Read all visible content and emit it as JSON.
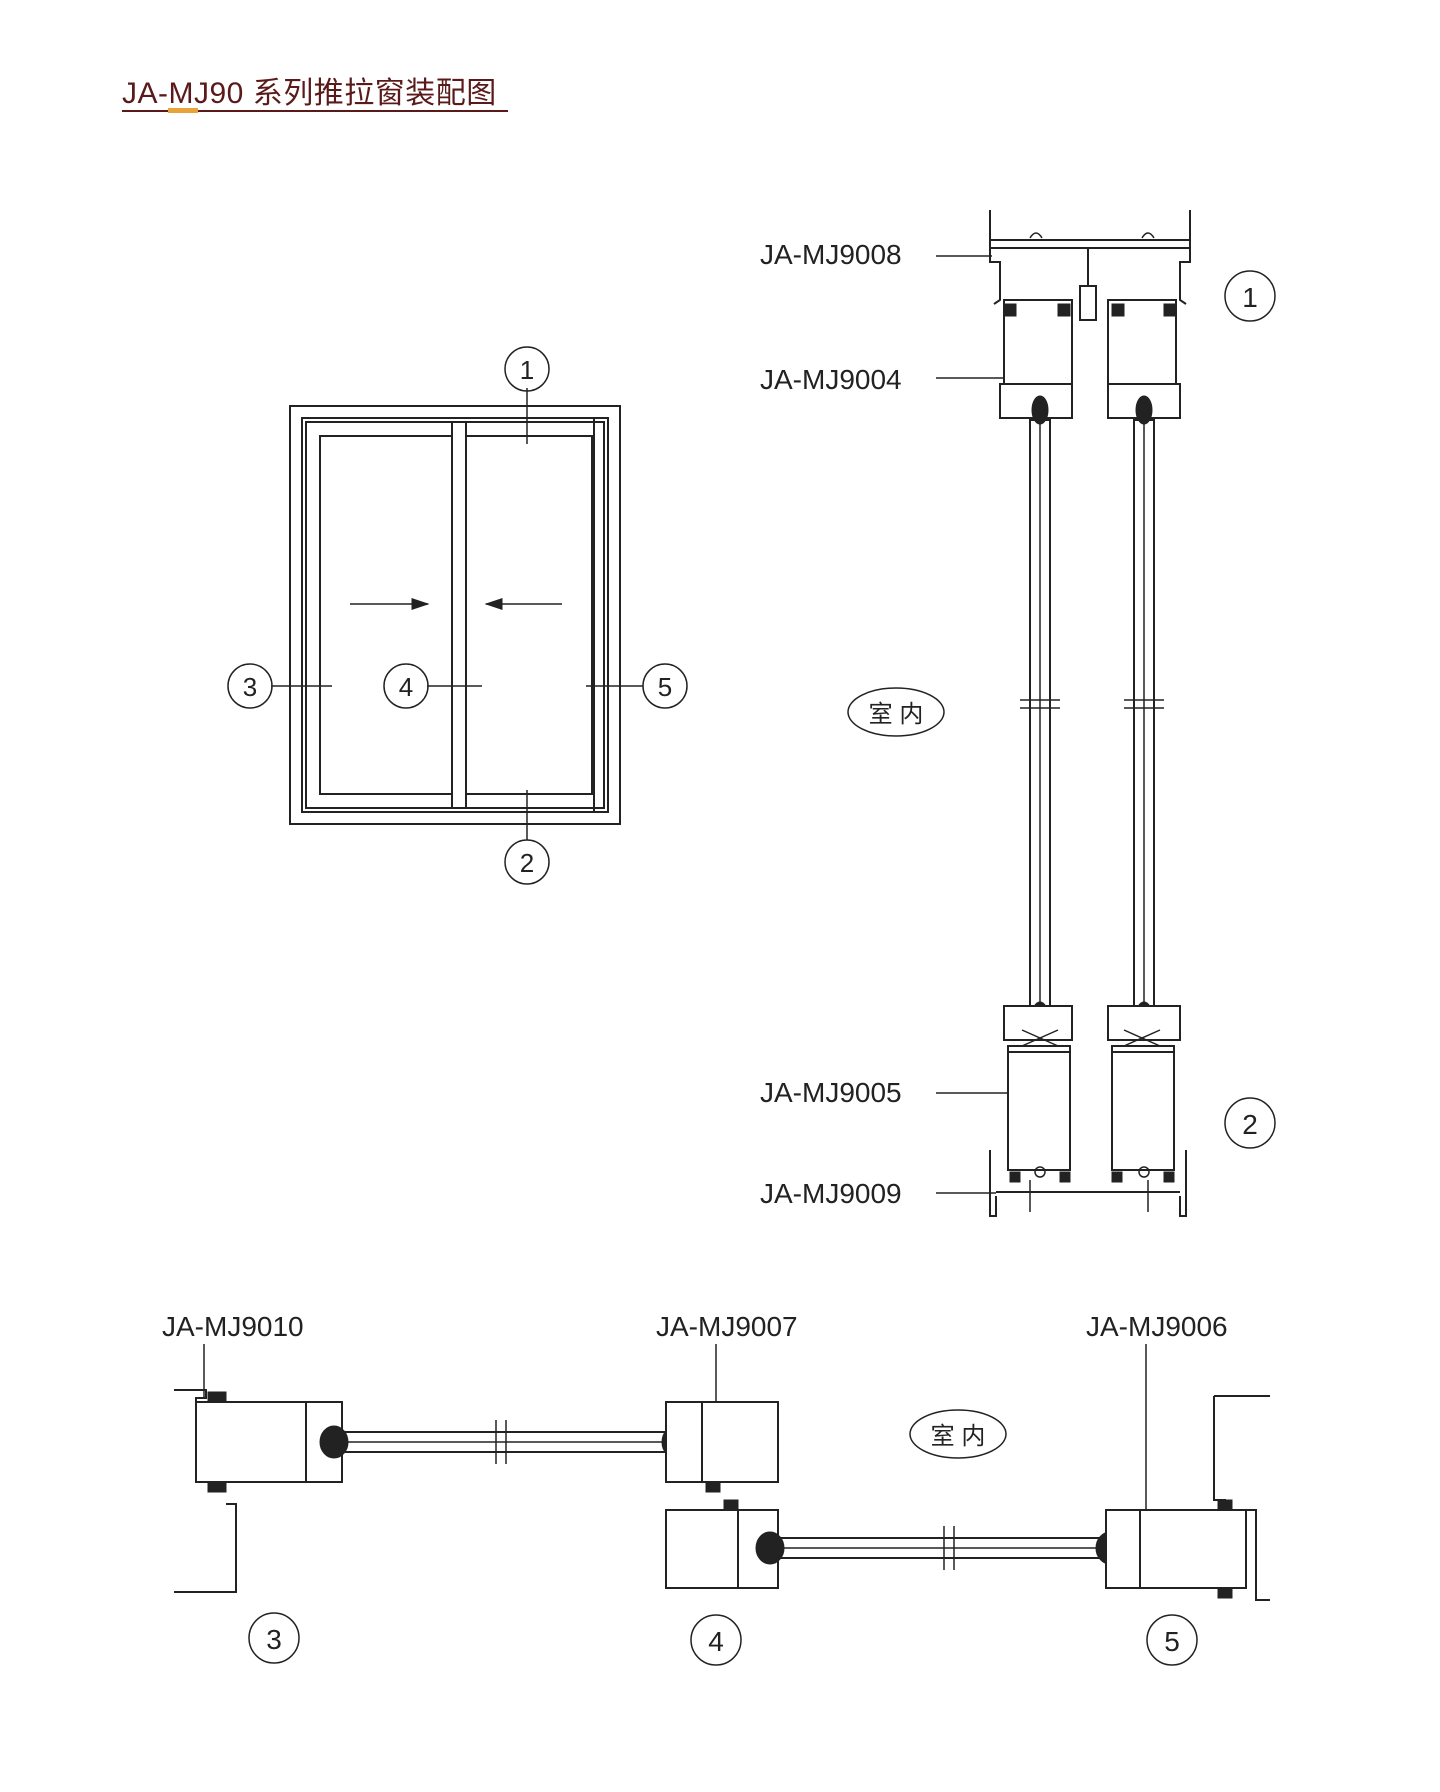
{
  "title": "JA-MJ90 系列推拉窗装配图",
  "markers": [
    "1",
    "2",
    "3",
    "4",
    "5"
  ],
  "labels": {
    "top_frame": "JA-MJ9008",
    "top_sash": "JA-MJ9004",
    "bottom_sash": "JA-MJ9005",
    "bottom_frame": "JA-MJ9009",
    "left_frame": "JA-MJ9010",
    "interlock": "JA-MJ9007",
    "right_sash": "JA-MJ9006"
  },
  "indoor_label": "室 内",
  "colors": {
    "title": "#5a1a1a",
    "accent": "#e8a33a",
    "line": "#222222"
  }
}
